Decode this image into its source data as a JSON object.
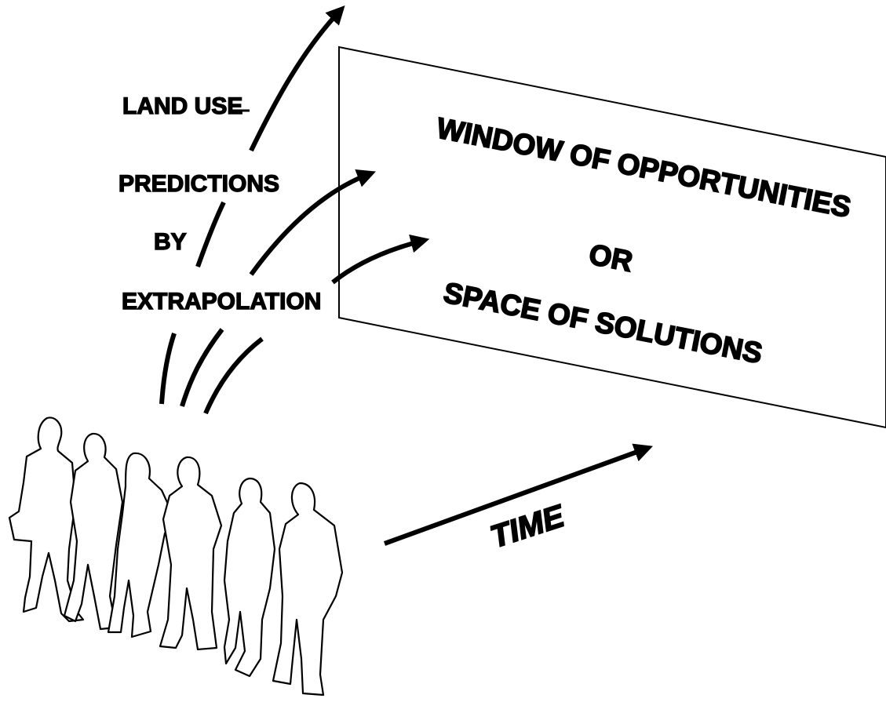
{
  "labels": {
    "land_use": "LAND USE",
    "predictions": "PREDICTIONS",
    "by": "BY",
    "extrapolation": "EXTRAPOLATION"
  },
  "window": {
    "line1": "WINDOW OF OPPORTUNITIES",
    "line2": "OR",
    "line3": "SPACE OF SOLUTIONS"
  },
  "time_label": "TIME",
  "colors": {
    "ink": "#000000",
    "paper": "#ffffff"
  }
}
